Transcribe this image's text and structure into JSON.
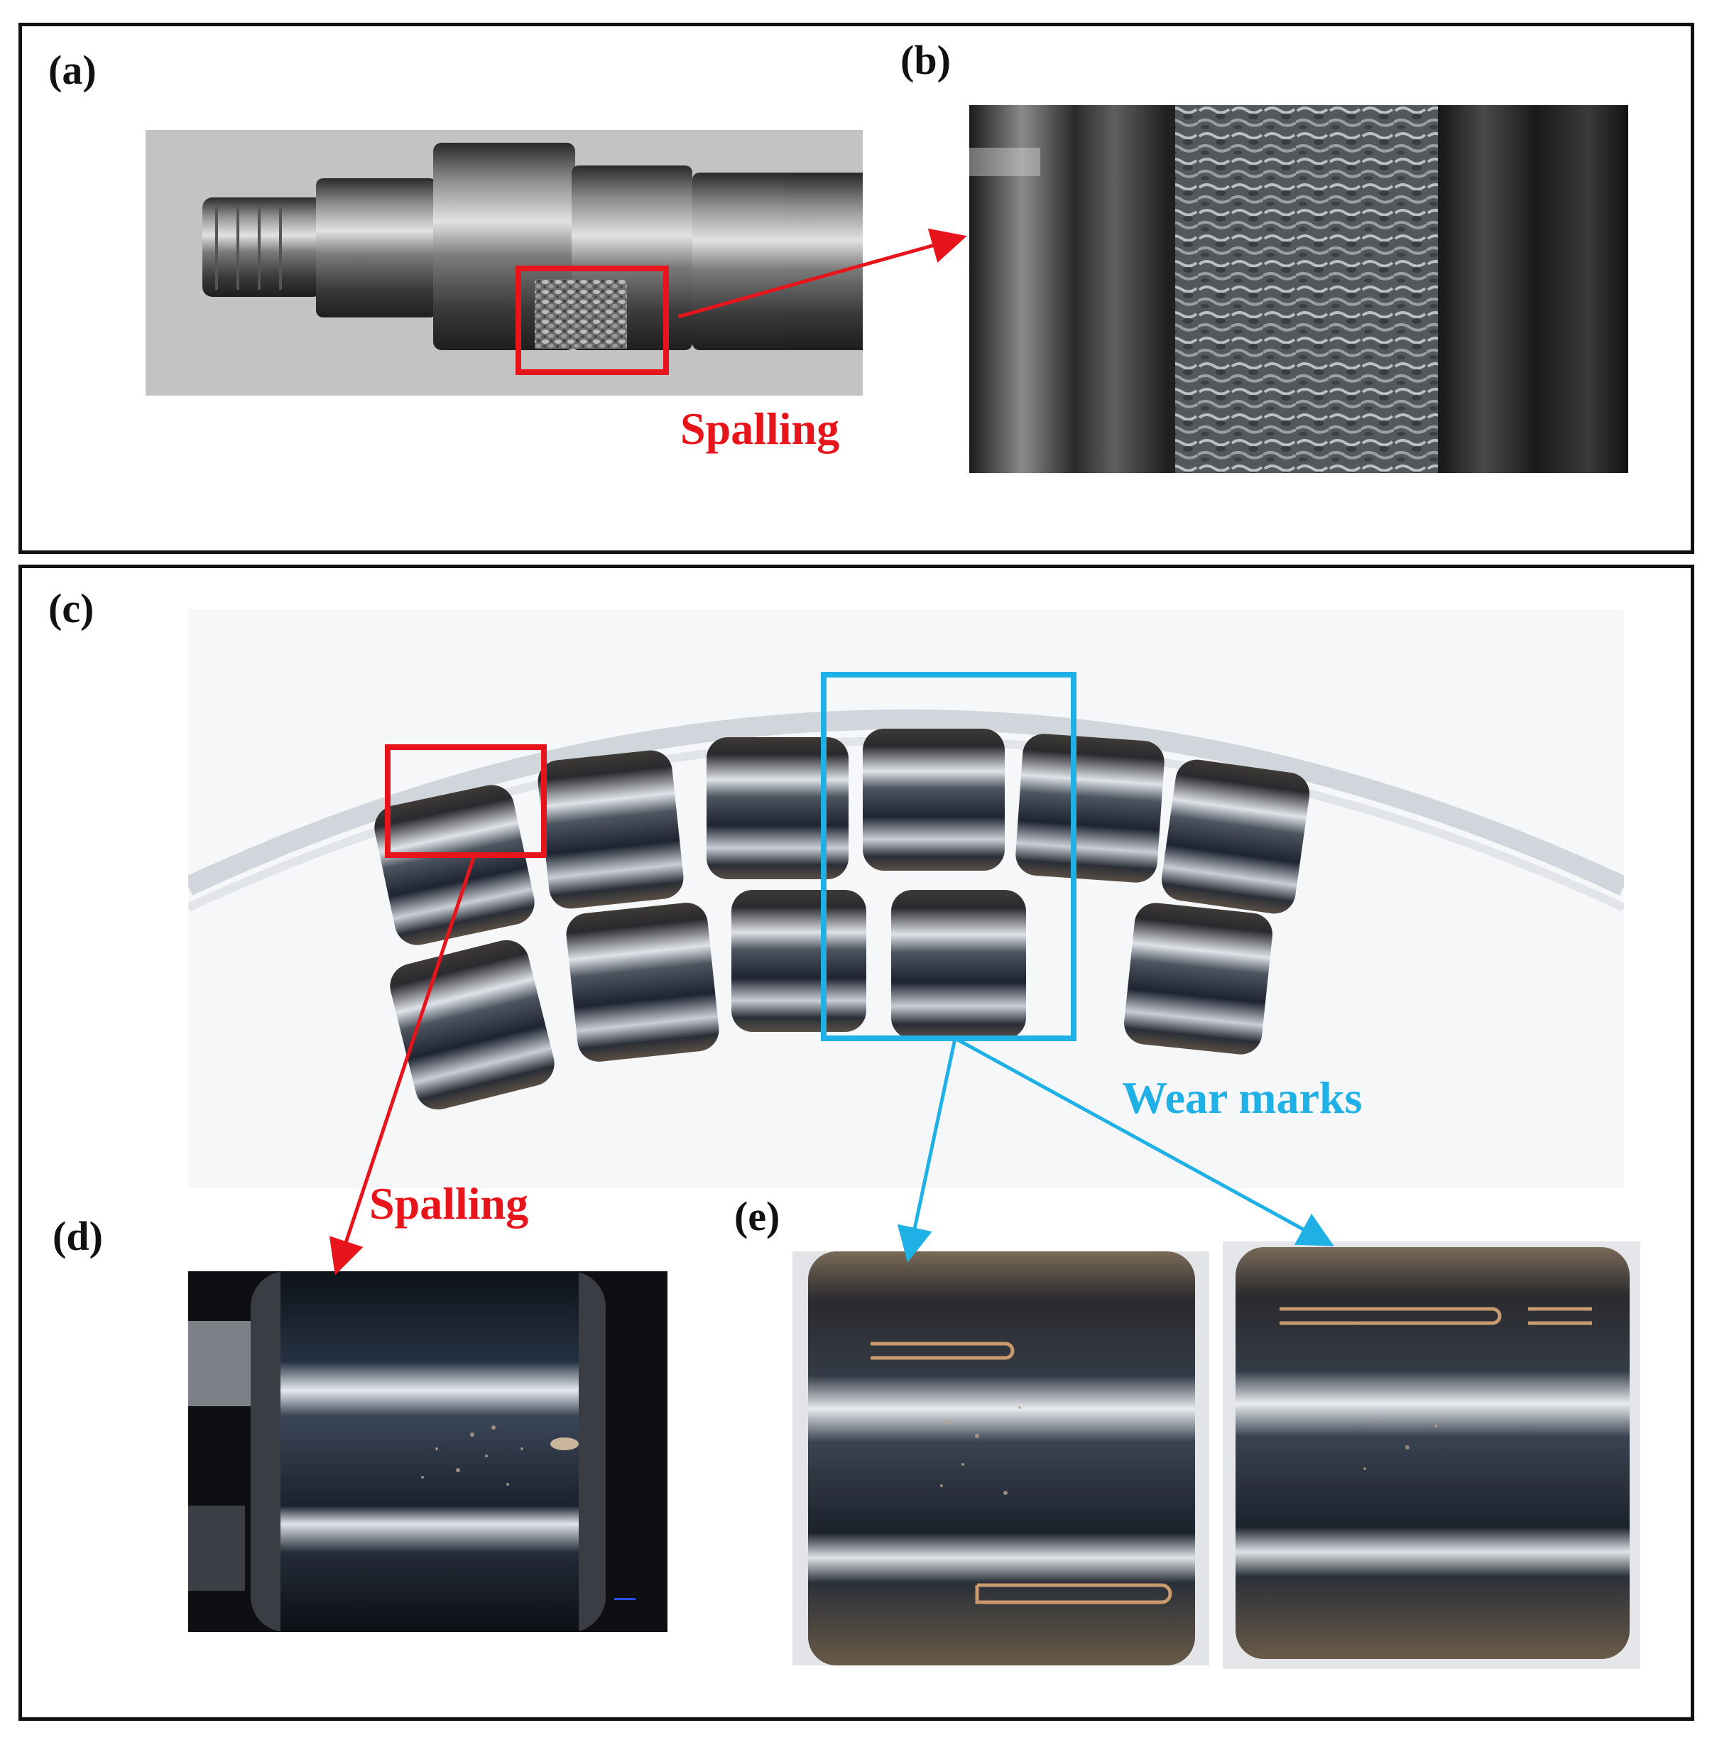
{
  "panels": {
    "a": "(a)",
    "b": "(b)",
    "c": "(c)",
    "d": "(d)",
    "e": "(e)"
  },
  "annotations": {
    "spalling_top": "Spalling",
    "spalling_bottom": "Spalling",
    "wear_marks": "Wear marks"
  },
  "colors": {
    "spalling": "#e8141b",
    "wear": "#1fb0e6",
    "frame": "#111111"
  }
}
